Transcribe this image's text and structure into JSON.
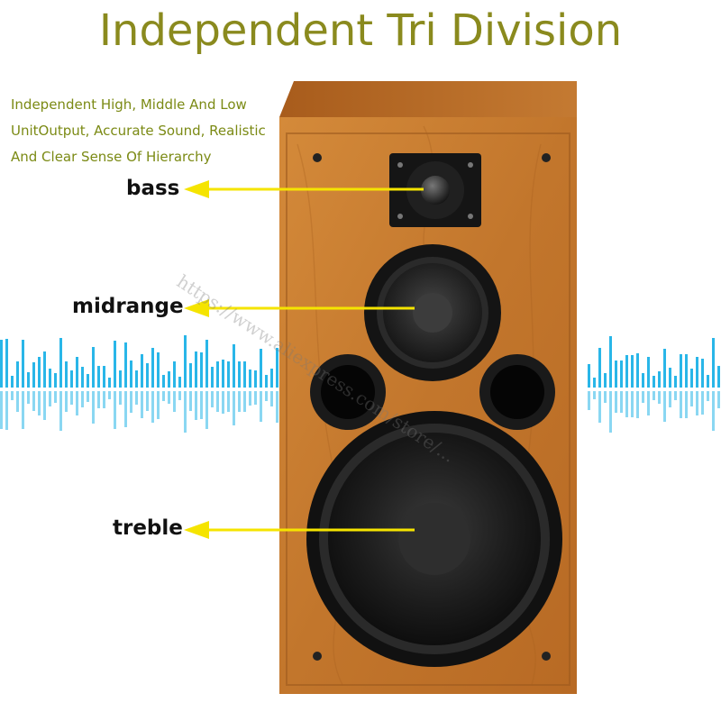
{
  "title": "Independent Tri Division",
  "description": [
    "Independent High, Middle And Low",
    "UnitOutput, Accurate Sound, Realistic",
    "And Clear Sense Of Hierarchy"
  ],
  "labels": {
    "bass": "bass",
    "midrange": "midrange",
    "treble": "treble"
  },
  "watermark": "https://www.aliexpress.com/store/...",
  "colors": {
    "title": "#8a8a1e",
    "description": "#7b8a14",
    "arrow": "#f5e400",
    "wave": "#29b6e8",
    "wood": "#c67a2e"
  }
}
